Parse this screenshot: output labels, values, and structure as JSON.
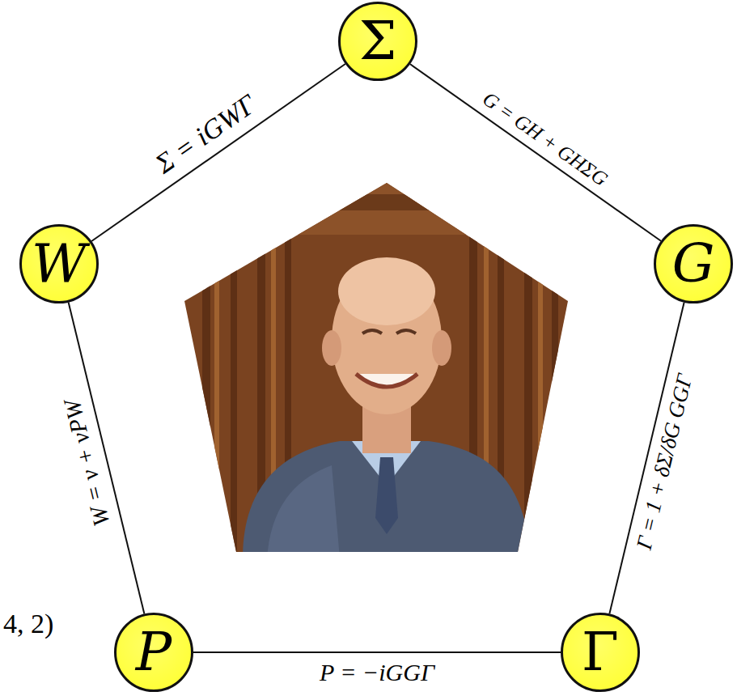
{
  "diagram": {
    "nodes": [
      {
        "text": [
          "Σ"
        ]
      },
      {
        "text": [
          "W"
        ]
      },
      {
        "text": [
          "G"
        ]
      },
      {
        "text": [
          "P"
        ]
      },
      {
        "text": [
          "Γ"
        ]
      }
    ],
    "edges": [
      {
        "from": 1,
        "to": 0,
        "arrow": "none",
        "label": "Σ = iGWΓ"
      },
      {
        "from": 0,
        "to": 2,
        "arrow": "none",
        "label": "G = GH + GHΣG"
      },
      {
        "from": 2,
        "to": 4,
        "arrow": "none",
        "label": "Γ = 1 + δΣ/δG GGΓ"
      },
      {
        "from": 4,
        "to": 3,
        "arrow": "none",
        "label": "P = −iGGΓ"
      },
      {
        "from": 3,
        "to": 1,
        "arrow": "none",
        "label": "W = v + vPW"
      }
    ],
    "labels": [
      "4, 2)"
    ]
  }
}
